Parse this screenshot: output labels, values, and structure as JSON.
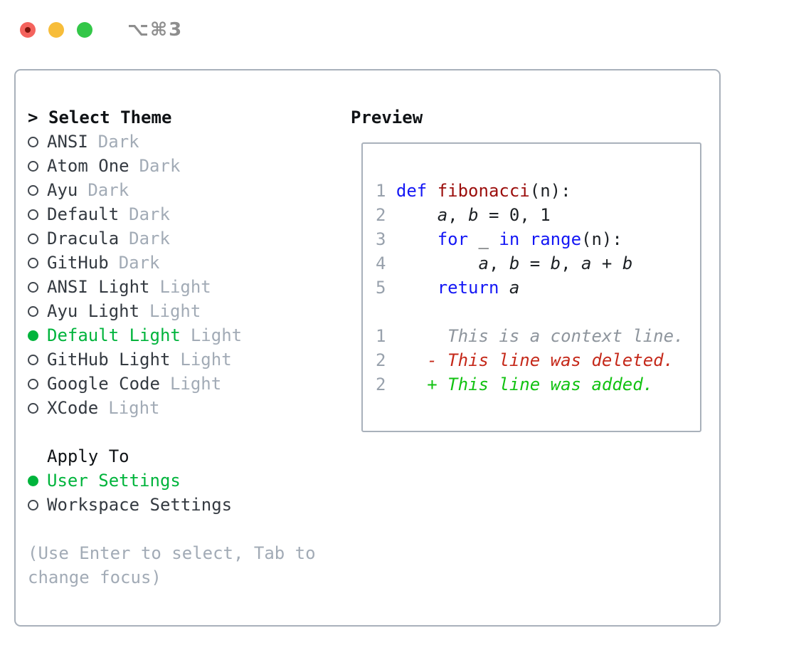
{
  "window": {
    "shortcut": "⌥⌘3"
  },
  "theme_selector": {
    "prompt": ">",
    "title": "Select Theme",
    "items": [
      {
        "name": "ANSI",
        "variant": "Dark",
        "selected": false
      },
      {
        "name": "Atom One",
        "variant": "Dark",
        "selected": false
      },
      {
        "name": "Ayu",
        "variant": "Dark",
        "selected": false
      },
      {
        "name": "Default",
        "variant": "Dark",
        "selected": false
      },
      {
        "name": "Dracula",
        "variant": "Dark",
        "selected": false
      },
      {
        "name": "GitHub",
        "variant": "Dark",
        "selected": false
      },
      {
        "name": "ANSI Light",
        "variant": "Light",
        "selected": false
      },
      {
        "name": "Ayu Light",
        "variant": "Light",
        "selected": false
      },
      {
        "name": "Default Light",
        "variant": "Light",
        "selected": true
      },
      {
        "name": "GitHub Light",
        "variant": "Light",
        "selected": false
      },
      {
        "name": "Google Code",
        "variant": "Light",
        "selected": false
      },
      {
        "name": "XCode",
        "variant": "Light",
        "selected": false
      }
    ]
  },
  "apply_to": {
    "title": "Apply To",
    "options": [
      {
        "label": "User Settings",
        "selected": true
      },
      {
        "label": "Workspace Settings",
        "selected": false
      }
    ]
  },
  "help_text": [
    "(Use Enter to select, Tab to",
    "change focus)"
  ],
  "preview": {
    "title": "Preview",
    "code_lines": [
      [
        {
          "t": "1 ",
          "c": "lineno"
        },
        {
          "t": "def ",
          "c": "kw"
        },
        {
          "t": "fibonacci",
          "c": "fn"
        },
        {
          "t": "(n):",
          "c": "plain"
        }
      ],
      [
        {
          "t": "2 ",
          "c": "lineno"
        },
        {
          "t": "    ",
          "c": "plain"
        },
        {
          "t": "a",
          "c": "var"
        },
        {
          "t": ", ",
          "c": "plain"
        },
        {
          "t": "b",
          "c": "var"
        },
        {
          "t": " = 0, 1",
          "c": "plain"
        }
      ],
      [
        {
          "t": "3 ",
          "c": "lineno"
        },
        {
          "t": "    ",
          "c": "plain"
        },
        {
          "t": "for",
          "c": "kw"
        },
        {
          "t": " _ ",
          "c": "plain"
        },
        {
          "t": "in",
          "c": "kw"
        },
        {
          "t": " ",
          "c": "plain"
        },
        {
          "t": "range",
          "c": "kw"
        },
        {
          "t": "(n):",
          "c": "plain"
        }
      ],
      [
        {
          "t": "4 ",
          "c": "lineno"
        },
        {
          "t": "        ",
          "c": "plain"
        },
        {
          "t": "a",
          "c": "var"
        },
        {
          "t": ", ",
          "c": "plain"
        },
        {
          "t": "b",
          "c": "var"
        },
        {
          "t": " = ",
          "c": "plain"
        },
        {
          "t": "b",
          "c": "var"
        },
        {
          "t": ", ",
          "c": "plain"
        },
        {
          "t": "a",
          "c": "var"
        },
        {
          "t": " + ",
          "c": "plain"
        },
        {
          "t": "b",
          "c": "var"
        }
      ],
      [
        {
          "t": "5 ",
          "c": "lineno"
        },
        {
          "t": "    ",
          "c": "plain"
        },
        {
          "t": "return",
          "c": "kw"
        },
        {
          "t": " ",
          "c": "plain"
        },
        {
          "t": "a",
          "c": "var"
        }
      ],
      [],
      [
        {
          "t": "1 ",
          "c": "lineno"
        },
        {
          "t": "     ",
          "c": "plain"
        },
        {
          "t": "This is a context line.",
          "c": "ctx"
        }
      ],
      [
        {
          "t": "2 ",
          "c": "lineno"
        },
        {
          "t": "   ",
          "c": "plain"
        },
        {
          "t": "- This line was deleted.",
          "c": "del"
        }
      ],
      [
        {
          "t": "2 ",
          "c": "lineno"
        },
        {
          "t": "   ",
          "c": "plain"
        },
        {
          "t": "+ This line was added.",
          "c": "add"
        }
      ]
    ]
  },
  "colors": {
    "accent_green": "#00b43c",
    "added_green": "#12c212",
    "deleted_red": "#c5291a",
    "keyword_blue": "#1417f5",
    "function_red": "#9b0e0c",
    "code_black": "#1d2125",
    "context_gray": "#8e959d",
    "lineno_gray": "#98a1ac",
    "muted_gray": "#a2abb6",
    "text_dark": "#343a41",
    "heading_black": "#101316",
    "bullet_gray": "#41474e",
    "border_gray": "#a9b1bb",
    "shortcut_gray": "#8e8e8e",
    "traffic_red": "#f4635d",
    "traffic_red_dot": "#7c130b",
    "traffic_yellow": "#f7bd3a",
    "traffic_green": "#33c748"
  }
}
